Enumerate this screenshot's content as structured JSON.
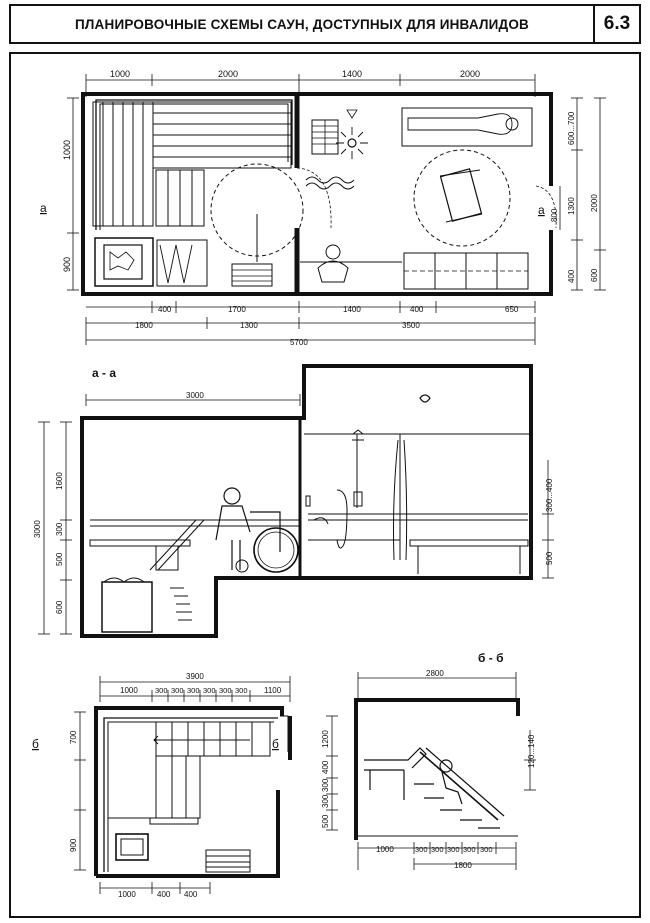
{
  "header": {
    "title": "ПЛАНИРОВОЧНЫЕ СХЕМЫ САУН, ДОСТУПНЫХ ДЛЯ ИНВАЛИДОВ",
    "number": "6.3"
  },
  "plan": {
    "top_dims": [
      "1000",
      "2000",
      "1400",
      "2000"
    ],
    "left_dims": [
      "1000",
      "900"
    ],
    "left_label": "а",
    "right_label": "а",
    "right_dims_inner": [
      "600...700",
      "1300",
      "400"
    ],
    "right_dims_outer": [
      "2000",
      "600"
    ],
    "right_door_dim": "800",
    "bottom_dims_1": [
      "400",
      "1700",
      "1400",
      "400",
      "650"
    ],
    "bottom_dims_2": [
      "1800",
      "1300",
      "3500"
    ],
    "bottom_total": "5700"
  },
  "section_aa": {
    "label": "а - а",
    "top_dim": "3000",
    "left_dims_outer": [
      "3000"
    ],
    "left_dims_inner": [
      "1600",
      "300",
      "500",
      "600"
    ],
    "right_dims": [
      "300...400",
      "500"
    ]
  },
  "plan_b": {
    "top_total": "3900",
    "top_dims": [
      "1000",
      "300",
      "300",
      "300",
      "300",
      "300",
      "300",
      "1100"
    ],
    "left_dims": [
      "700",
      "900"
    ],
    "bottom_dims": [
      "1000",
      "400",
      "400"
    ],
    "label_left": "б",
    "label_right": "б"
  },
  "section_bb": {
    "label": "б - б",
    "top_dim": "2800",
    "left_dims": [
      "1200",
      "400",
      "300",
      "300",
      "500"
    ],
    "right_dims": [
      "120...140"
    ],
    "bottom_dims": [
      "1000",
      "300",
      "300",
      "300",
      "300",
      "300"
    ],
    "bottom_total": "1800"
  }
}
